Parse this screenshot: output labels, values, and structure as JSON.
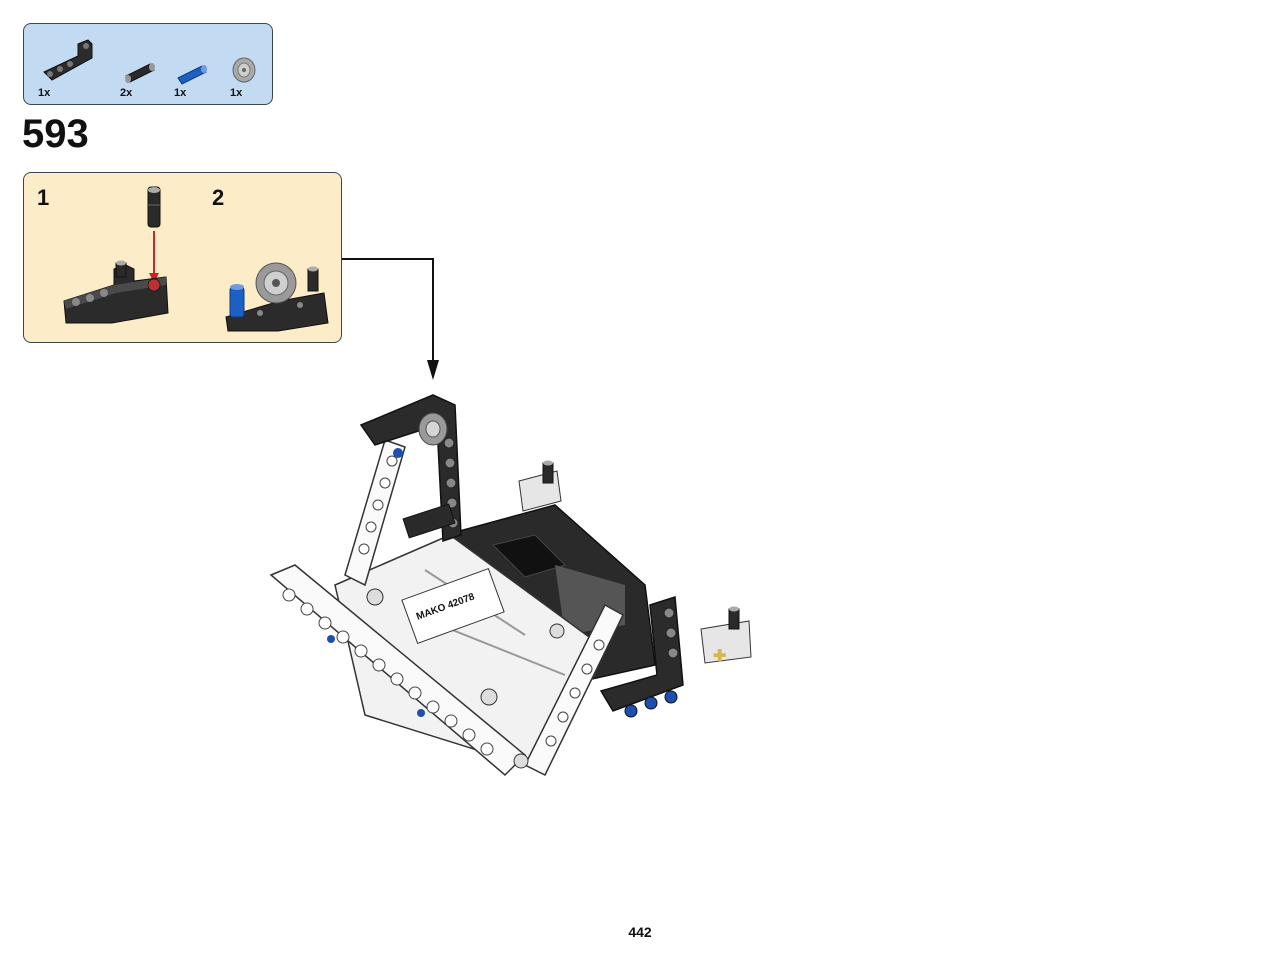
{
  "parts_list": {
    "items": [
      {
        "icon": "bent-liftarm-icon",
        "qty": "1x"
      },
      {
        "icon": "black-friction-pin-icon",
        "qty": "2x"
      },
      {
        "icon": "blue-axle-pin-icon",
        "qty": "1x"
      },
      {
        "icon": "gray-bush-gear-icon",
        "qty": "1x"
      }
    ]
  },
  "step": {
    "number": "593"
  },
  "subassembly": {
    "steps": [
      {
        "label": "1"
      },
      {
        "label": "2"
      }
    ]
  },
  "model": {
    "sticker_text": "MAKO 42078"
  },
  "colors": {
    "parts_bg": "#c3daf3",
    "subassembly_bg": "#fdecc8",
    "insert_arrow": "#d0202a",
    "frame": "#111111"
  },
  "page": {
    "number": "442"
  }
}
